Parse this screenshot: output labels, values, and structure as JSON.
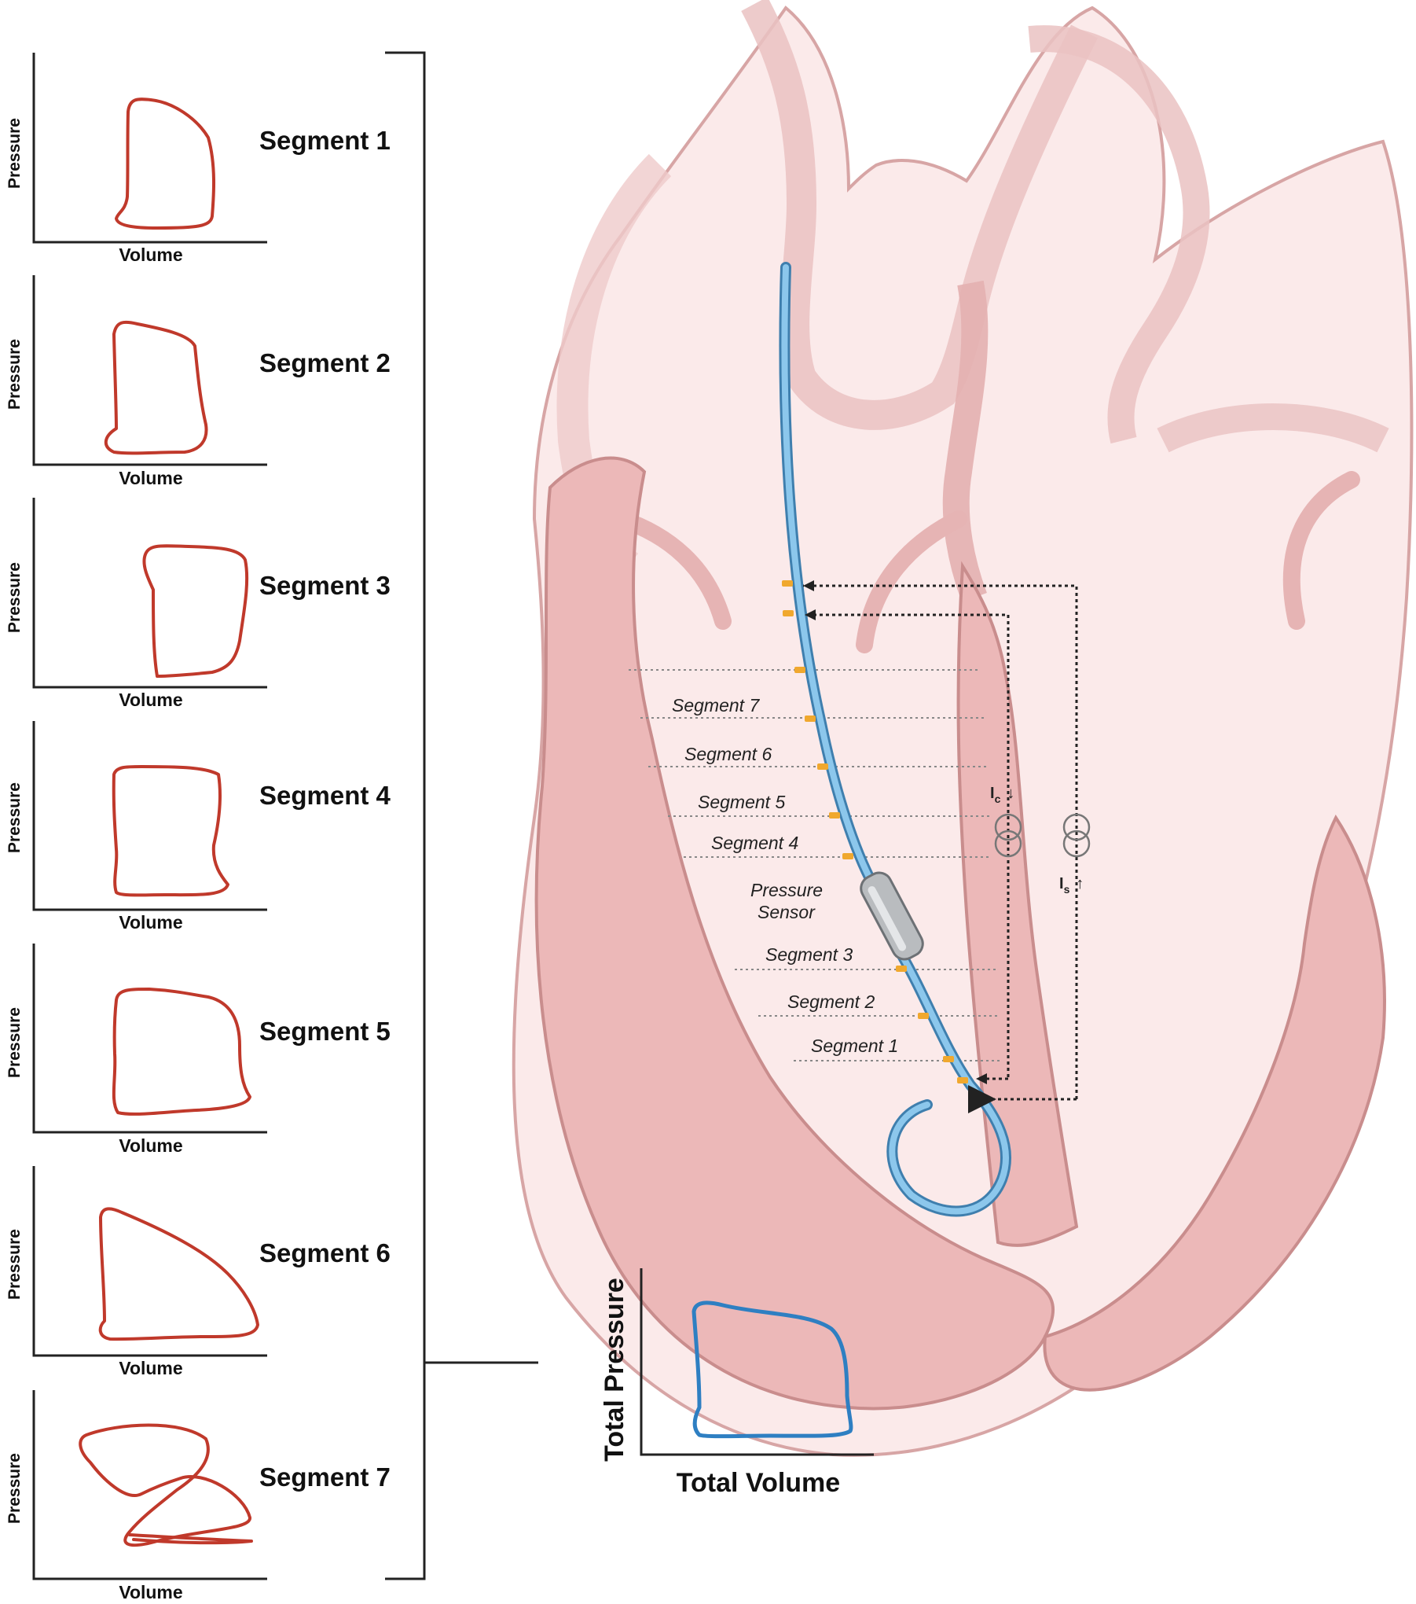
{
  "panels": [
    {
      "segment": "Segment 1",
      "ylabel": "Pressure",
      "xlabel": "Volume"
    },
    {
      "segment": "Segment 2",
      "ylabel": "Pressure",
      "xlabel": "Volume"
    },
    {
      "segment": "Segment 3",
      "ylabel": "Pressure",
      "xlabel": "Volume"
    },
    {
      "segment": "Segment 4",
      "ylabel": "Pressure",
      "xlabel": "Volume"
    },
    {
      "segment": "Segment 5",
      "ylabel": "Pressure",
      "xlabel": "Volume"
    },
    {
      "segment": "Segment 6",
      "ylabel": "Pressure",
      "xlabel": "Volume"
    },
    {
      "segment": "Segment 7",
      "ylabel": "Pressure",
      "xlabel": "Volume"
    }
  ],
  "heart_labels": {
    "seg7": "Segment 7",
    "seg6": "Segment 6",
    "seg5": "Segment 5",
    "seg4": "Segment 4",
    "pressure_sensor_line1": "Pressure",
    "pressure_sensor_line2": "Sensor",
    "seg3": "Segment 3",
    "seg2": "Segment 2",
    "seg1": "Segment 1"
  },
  "currents": {
    "ic_main": "I",
    "ic_sub": "c",
    "ic_arrow": "↓",
    "is_main": "I",
    "is_sub": "s",
    "is_arrow": "↑"
  },
  "total": {
    "ylabel": "Total Pressure",
    "xlabel": "Total Volume"
  },
  "colors": {
    "segment_loop": "#c0392b",
    "total_loop": "#2e7fc2",
    "catheter": "#5aa6d6",
    "electrode": "#f0a82e",
    "heart_wall": "#ecb8b8"
  }
}
